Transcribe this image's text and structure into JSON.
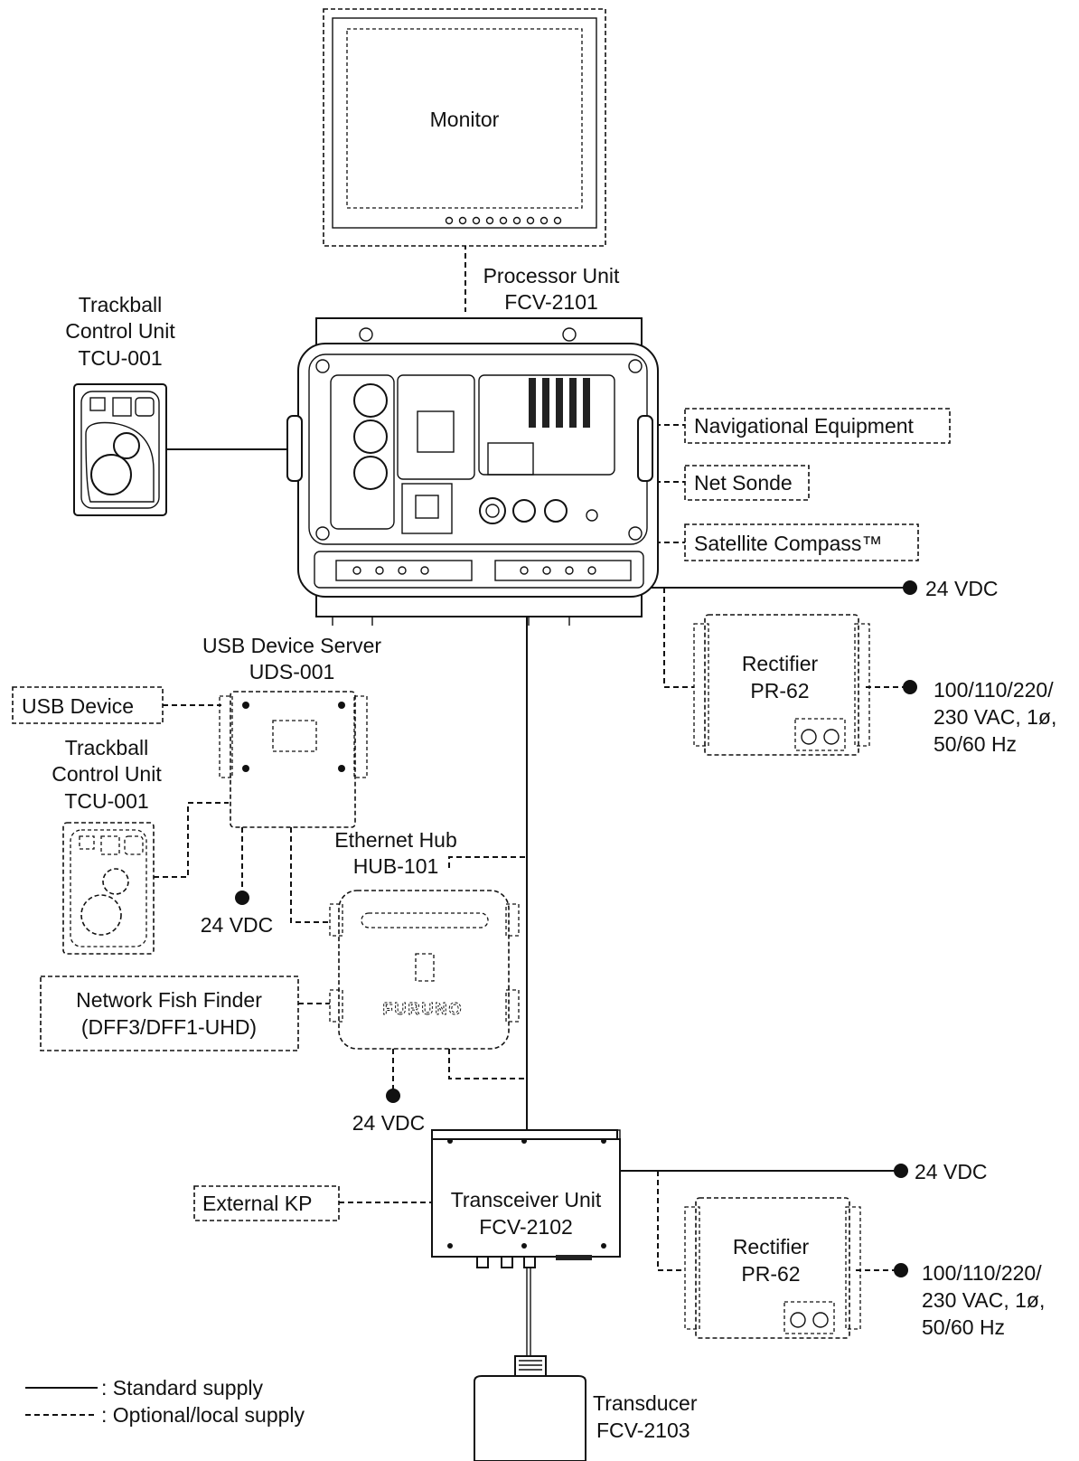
{
  "monitor": {
    "label": "Monitor"
  },
  "processor_unit": {
    "name": "Processor Unit",
    "model": "FCV-2101"
  },
  "trackball_unit_1": {
    "line1": "Trackball",
    "line2": "Control Unit",
    "line3": "TCU-001"
  },
  "trackball_unit_2": {
    "line1": "Trackball",
    "line2": "Control Unit",
    "line3": "TCU-001"
  },
  "nav_equipment": {
    "label": "Navigational Equipment"
  },
  "net_sonde": {
    "label": "Net Sonde"
  },
  "satellite_compass": {
    "label": "Satellite Compass™"
  },
  "power": {
    "vdc_24": "24 VDC",
    "ac_line1": "100/110/220/",
    "ac_line2": "230 VAC, 1ø,",
    "ac_line3": "50/60 Hz"
  },
  "rectifier_1": {
    "name": "Rectifier",
    "model": "PR-62"
  },
  "rectifier_2": {
    "name": "Rectifier",
    "model": "PR-62"
  },
  "usb_device_server": {
    "name": "USB Device Server",
    "model": "UDS-001"
  },
  "usb_device": {
    "label": "USB Device"
  },
  "ethernet_hub": {
    "name": "Ethernet Hub",
    "model": "HUB-101",
    "brand": "FURUNO"
  },
  "network_fish_finder": {
    "line1": "Network Fish Finder",
    "line2": "(DFF3/DFF1-UHD)"
  },
  "transceiver_unit": {
    "name": "Transceiver Unit",
    "model": "FCV-2102"
  },
  "external_kp": {
    "label": "External KP"
  },
  "transducer": {
    "name": "Transducer",
    "model": "FCV-2103"
  },
  "legend": {
    "standard": ": Standard supply",
    "optional": ": Optional/local supply"
  }
}
